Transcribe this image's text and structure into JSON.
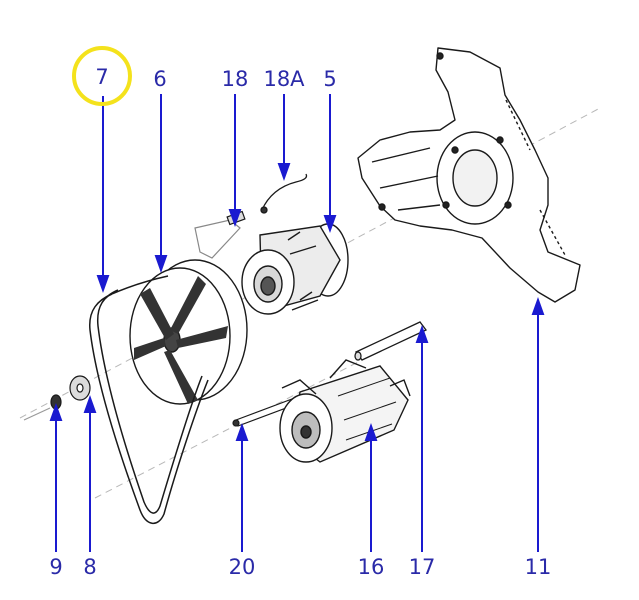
{
  "callouts": {
    "c7": "7",
    "c6": "6",
    "c18": "18",
    "c18a": "18A",
    "c5": "5",
    "c9": "9",
    "c8": "8",
    "c20": "20",
    "c16": "16",
    "c17": "17",
    "c11": "11"
  },
  "colors": {
    "leader": "#1a1ad0",
    "label": "#2a2aa8",
    "highlight": "#f4e21c",
    "linework": "#1a1a1a",
    "centerline": "#b8b8b8"
  },
  "highlighted_callout": "7"
}
